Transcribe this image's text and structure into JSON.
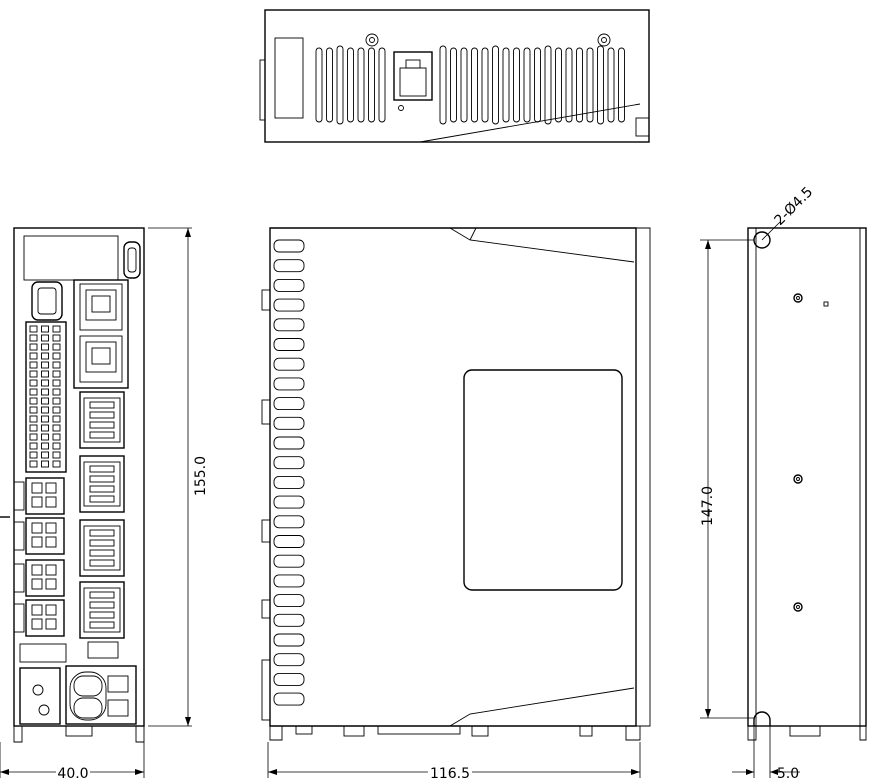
{
  "dimensions": {
    "front_width": "40.0",
    "front_height": "155.0",
    "side_depth": "116.5",
    "mount_pitch": "147.0",
    "mount_offset": "5.0",
    "mount_holes": "2-Ø4.5"
  },
  "colors": {
    "line": "#000000",
    "background": "#ffffff"
  }
}
